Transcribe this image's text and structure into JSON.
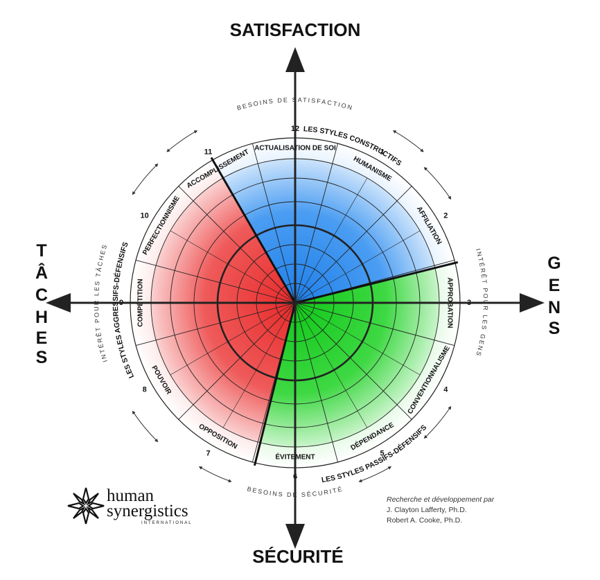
{
  "axes": {
    "top": "SATISFACTION",
    "bottom": "SÉCURITÉ",
    "left": [
      "T",
      "Â",
      "C",
      "H",
      "E",
      "S"
    ],
    "right": [
      "G",
      "E",
      "N",
      "S"
    ]
  },
  "outer_arcs": {
    "top": "BESOINS DE SATISFACTION",
    "bottom": "BESOINS DE SÉCURITÉ",
    "left": "INTÉRÊT POUR LES TÂCHES",
    "right": "INTÉRÊT POUR LES GENS"
  },
  "style_groups": {
    "constructive": "LES STYLES CONSTRUCTIFS",
    "passive_defensive": "LES STYLES PASSIFS-DÉFENSIFS",
    "aggressive_defensive": "LES STYLES AGGRESSIFS-DÉFENSIFS"
  },
  "segments": [
    {
      "num": "12",
      "label": "ACTUALISATION DE SOI"
    },
    {
      "num": "1",
      "label": "HUMANISME"
    },
    {
      "num": "2",
      "label": "AFFILIATION"
    },
    {
      "num": "3",
      "label": "APPROBATION"
    },
    {
      "num": "4",
      "label": "CONVENTIONNALISME"
    },
    {
      "num": "5",
      "label": "DÉPENDANCE"
    },
    {
      "num": "6",
      "label": "ÉVITEMENT"
    },
    {
      "num": "7",
      "label": "OPPOSITION"
    },
    {
      "num": "8",
      "label": "POUVOIR"
    },
    {
      "num": "9",
      "label": "COMPÉTITION"
    },
    {
      "num": "10",
      "label": "PERFECTIONNISME"
    },
    {
      "num": "11",
      "label": "ACCOMPLISSEMENT"
    }
  ],
  "colors": {
    "constructive": "#2f8ff0",
    "passive_defensive": "#25d22a",
    "aggressive_defensive": "#ec3a3a"
  },
  "logo": {
    "line1": "human",
    "line2": "synergistics",
    "line3": "INTERNATIONAL"
  },
  "credits": {
    "intro": "Recherche et développement par",
    "author1": "J. Clayton Lafferty, Ph.D.",
    "author2": "Robert A. Cooke, Ph.D."
  }
}
